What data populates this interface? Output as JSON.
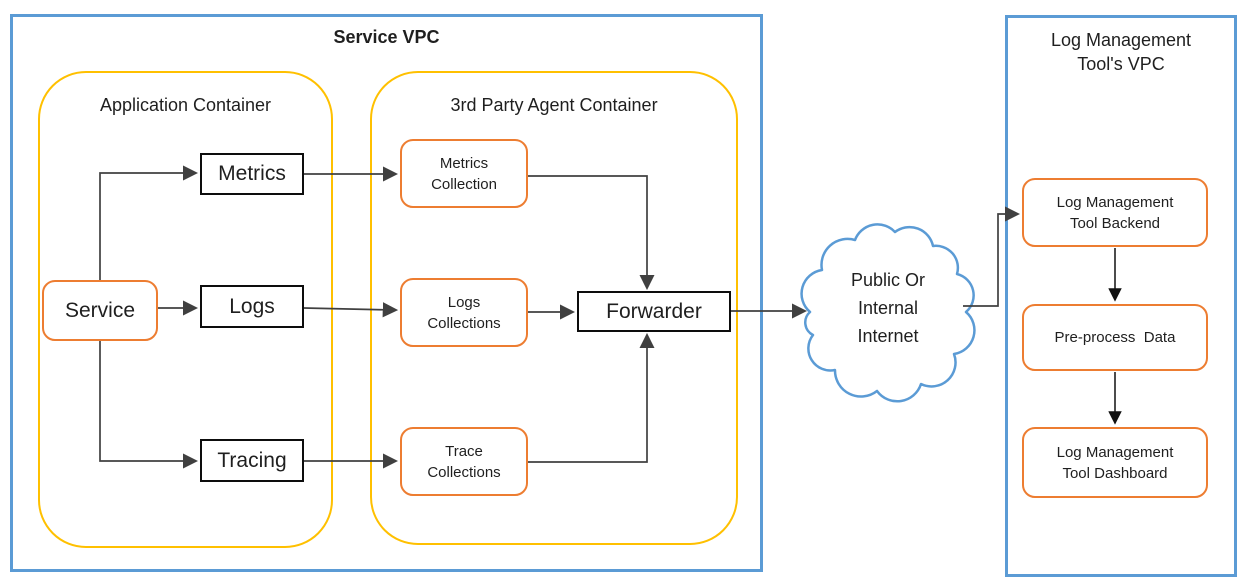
{
  "service_vpc": {
    "title": "Service VPC",
    "application_container": {
      "title": "Application Container",
      "nodes": {
        "service": "Service",
        "metrics": "Metrics",
        "logs": "Logs",
        "tracing": "Tracing"
      }
    },
    "agent_container": {
      "title": "3rd Party Agent Container",
      "nodes": {
        "metrics_collection": "Metrics\nCollection",
        "logs_collections": "Logs\nCollections",
        "trace_collections": "Trace\nCollections",
        "forwarder": "Forwarder"
      }
    }
  },
  "internet_cloud": {
    "label": "Public Or\nInternal\nInternet"
  },
  "log_tool_vpc": {
    "title": "Log Management\nTool's VPC",
    "nodes": {
      "backend": "Log Management\nTool Backend",
      "preprocess": "Pre-process  Data",
      "dashboard": "Log Management\nTool Dashboard"
    }
  },
  "edges": [
    {
      "from": "Service",
      "to": "Metrics"
    },
    {
      "from": "Service",
      "to": "Logs"
    },
    {
      "from": "Service",
      "to": "Tracing"
    },
    {
      "from": "Metrics",
      "to": "Metrics Collection"
    },
    {
      "from": "Logs",
      "to": "Logs Collections"
    },
    {
      "from": "Tracing",
      "to": "Trace Collections"
    },
    {
      "from": "Metrics Collection",
      "to": "Forwarder"
    },
    {
      "from": "Logs Collections",
      "to": "Forwarder"
    },
    {
      "from": "Trace Collections",
      "to": "Forwarder"
    },
    {
      "from": "Forwarder",
      "to": "Public Or Internal Internet"
    },
    {
      "from": "Public Or Internal Internet",
      "to": "Log Management Tool Backend"
    },
    {
      "from": "Log Management Tool Backend",
      "to": "Pre-process Data"
    },
    {
      "from": "Pre-process Data",
      "to": "Log Management Tool Dashboard"
    }
  ],
  "colors": {
    "vpc_border": "#5B9BD5",
    "container_border": "#FFC000",
    "node_border_orange": "#ED7D31",
    "node_border_black": "#0d0d0d",
    "cloud_border": "#5B9BD5",
    "arrow": "#404040"
  }
}
